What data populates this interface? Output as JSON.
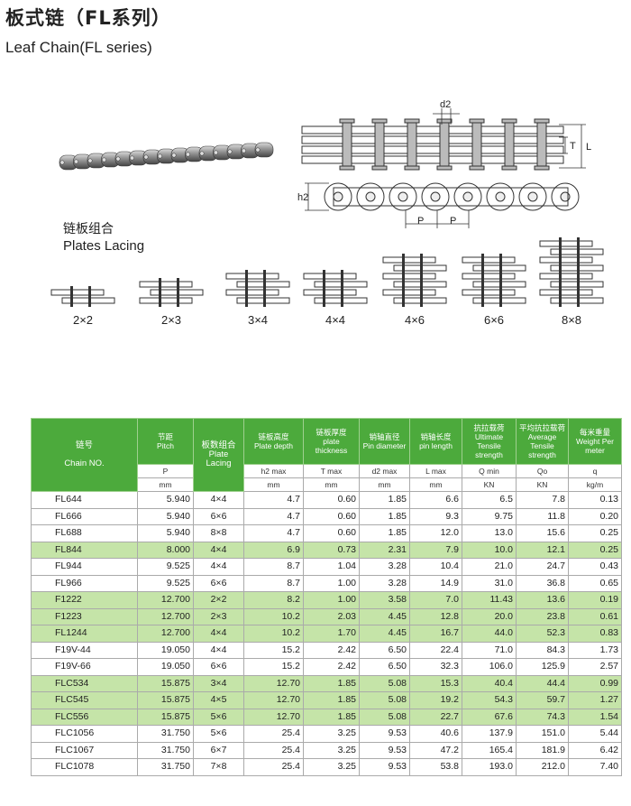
{
  "header": {
    "title_zh": "板式链（FL系列）",
    "title_en": "Leaf Chain(FL series)"
  },
  "diagram": {
    "labels": {
      "d2": "d2",
      "t": "T",
      "l": "L",
      "h2": "h2",
      "p1": "P",
      "p2": "P"
    }
  },
  "lacing": {
    "title_zh": "链板组合",
    "title_en": "Plates Lacing",
    "items": [
      {
        "label": "2×2",
        "plates": 2
      },
      {
        "label": "2×3",
        "plates": 3
      },
      {
        "label": "3×4",
        "plates": 4
      },
      {
        "label": "4×4",
        "plates": 4
      },
      {
        "label": "4×6",
        "plates": 6
      },
      {
        "label": "6×6",
        "plates": 6
      },
      {
        "label": "8×8",
        "plates": 8
      }
    ]
  },
  "table": {
    "headers": {
      "chain_zh": "链号",
      "chain_en": "Chain NO.",
      "pitch_zh": "节距",
      "pitch_en": "Pitch",
      "lacing_zh": "板数组合",
      "lacing_en": "Plate Lacing",
      "depth_zh": "链板高度",
      "depth_en": "Plate depth",
      "thick_zh": "链板厚度",
      "thick_en": "plate thickness",
      "pind_zh": "销轴直径",
      "pind_en": "Pin diameter",
      "pinl_zh": "销轴长度",
      "pinl_en": "pin length",
      "ult_zh": "抗拉载荷",
      "ult_en": "Ultimate Tensile strength",
      "avg_zh": "平均抗拉载荷",
      "avg_en": "Average Tensile strength",
      "wt_zh": "每米重量",
      "wt_en": "Weight Per meter"
    },
    "symbols": [
      "P",
      "h2 max",
      "T max",
      "d2 max",
      "L max",
      "Q min",
      "Qo",
      "q"
    ],
    "units": [
      "mm",
      "mm",
      "mm",
      "mm",
      "mm",
      "KN",
      "KN",
      "kg/m"
    ],
    "rows": [
      [
        "FL644",
        "5.940",
        "4×4",
        "4.7",
        "0.60",
        "1.85",
        "6.6",
        "6.5",
        "7.8",
        "0.13"
      ],
      [
        "FL666",
        "5.940",
        "6×6",
        "4.7",
        "0.60",
        "1.85",
        "9.3",
        "9.75",
        "11.8",
        "0.20"
      ],
      [
        "FL688",
        "5.940",
        "8×8",
        "4.7",
        "0.60",
        "1.85",
        "12.0",
        "13.0",
        "15.6",
        "0.25"
      ],
      [
        "FL844",
        "8.000",
        "4×4",
        "6.9",
        "0.73",
        "2.31",
        "7.9",
        "10.0",
        "12.1",
        "0.25"
      ],
      [
        "FL944",
        "9.525",
        "4×4",
        "8.7",
        "1.04",
        "3.28",
        "10.4",
        "21.0",
        "24.7",
        "0.43"
      ],
      [
        "FL966",
        "9.525",
        "6×6",
        "8.7",
        "1.00",
        "3.28",
        "14.9",
        "31.0",
        "36.8",
        "0.65"
      ],
      [
        "F1222",
        "12.700",
        "2×2",
        "8.2",
        "1.00",
        "3.58",
        "7.0",
        "11.43",
        "13.6",
        "0.19"
      ],
      [
        "F1223",
        "12.700",
        "2×3",
        "10.2",
        "2.03",
        "4.45",
        "12.8",
        "20.0",
        "23.8",
        "0.61"
      ],
      [
        "FL1244",
        "12.700",
        "4×4",
        "10.2",
        "1.70",
        "4.45",
        "16.7",
        "44.0",
        "52.3",
        "0.83"
      ],
      [
        "F19V-44",
        "19.050",
        "4×4",
        "15.2",
        "2.42",
        "6.50",
        "22.4",
        "71.0",
        "84.3",
        "1.73"
      ],
      [
        "F19V-66",
        "19.050",
        "6×6",
        "15.2",
        "2.42",
        "6.50",
        "32.3",
        "106.0",
        "125.9",
        "2.57"
      ],
      [
        "FLC534",
        "15.875",
        "3×4",
        "12.70",
        "1.85",
        "5.08",
        "15.3",
        "40.4",
        "44.4",
        "0.99"
      ],
      [
        "FLC545",
        "15.875",
        "4×5",
        "12.70",
        "1.85",
        "5.08",
        "19.2",
        "54.3",
        "59.7",
        "1.27"
      ],
      [
        "FLC556",
        "15.875",
        "5×6",
        "12.70",
        "1.85",
        "5.08",
        "22.7",
        "67.6",
        "74.3",
        "1.54"
      ],
      [
        "FLC1056",
        "31.750",
        "5×6",
        "25.4",
        "3.25",
        "9.53",
        "40.6",
        "137.9",
        "151.0",
        "5.44"
      ],
      [
        "FLC1067",
        "31.750",
        "6×7",
        "25.4",
        "3.25",
        "9.53",
        "47.2",
        "165.4",
        "181.9",
        "6.42"
      ],
      [
        "FLC1078",
        "31.750",
        "7×8",
        "25.4",
        "3.25",
        "9.53",
        "53.8",
        "193.0",
        "212.0",
        "7.40"
      ]
    ],
    "green_rows": [
      3,
      6,
      7,
      8,
      11,
      12,
      13
    ]
  },
  "colors": {
    "header_green": "#4caa3c",
    "row_green": "#c5e4a8"
  }
}
